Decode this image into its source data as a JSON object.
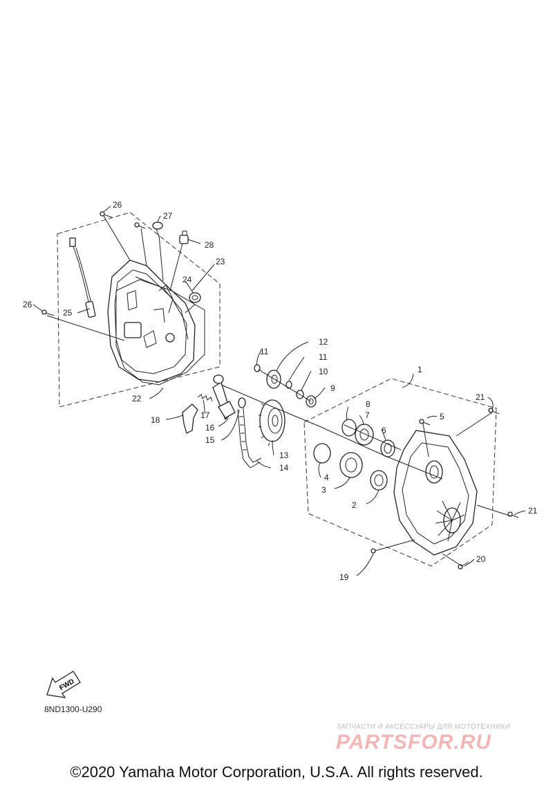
{
  "diagram": {
    "callouts": [
      "1",
      "2",
      "3",
      "4",
      "5",
      "6",
      "7",
      "8",
      "9",
      "10",
      "11",
      "11",
      "12",
      "13",
      "14",
      "15",
      "16",
      "17",
      "18",
      "19",
      "20",
      "21",
      "21",
      "22",
      "23",
      "24",
      "25",
      "26",
      "26",
      "27",
      "28"
    ],
    "fwd_label": "FWD",
    "diagram_code": "8ND1300-U290"
  },
  "watermark": {
    "top_text": "ЗАПЧАСТИ И АКСЕССУАРЫ ДЛЯ МОТОТЕХНИКИ",
    "logo_text": "PARTSFOR.RU"
  },
  "copyright": "©2020 Yamaha Motor Corporation, U.S.A. All rights reserved."
}
